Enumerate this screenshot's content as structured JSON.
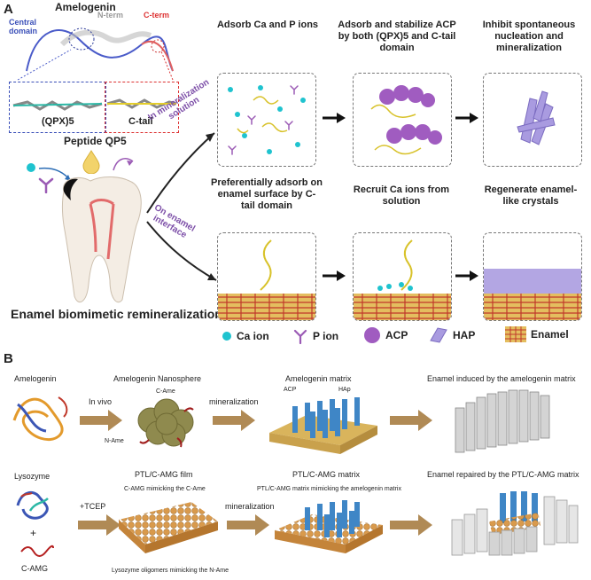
{
  "panel_a": {
    "letter": "A",
    "amelogenin_title": "Amelogenin",
    "central_domain": "Central domain",
    "n_term": "N-term",
    "c_term": "C-term",
    "qpx5": "(QPX)5",
    "c_tail": "C-tail",
    "peptide_label": "Peptide QP5",
    "route_top": "In mineralization solution",
    "route_bottom": "On enamel interface",
    "caption": "Enamel biomimetic remineralization",
    "top_steps": [
      "Adsorb Ca and P ions",
      "Adsorb and stabilize ACP by both (QPX)5 and C-tail domain",
      "Inhibit spontaneous nucleation and mineralization"
    ],
    "bottom_steps": [
      "Preferentially adsorb on enamel surface by C-tail domain",
      "Recruit Ca ions from solution",
      "Regenerate enamel-like crystals"
    ],
    "legend": [
      "Ca ion",
      "P ion",
      "ACP",
      "HAP",
      "Enamel"
    ],
    "colors": {
      "ca": "#1fc3cf",
      "p": "#9b5bb5",
      "acp": "#a05cc0",
      "hap": "#a99be0",
      "enamel_red": "#c0392b",
      "enamel_gold": "#d9a21b",
      "peptide": "#e8d43a"
    }
  },
  "panel_b": {
    "letter": "B",
    "row1": {
      "start": "Amelogenin",
      "arrow1": "In vivo",
      "stage2": "Amelogenin Nanosphere",
      "c_ame": "C-Ame",
      "n_ame": "N-Ame",
      "arrow2": "mineralization",
      "stage3": "Amelogenin matrix",
      "acp": "ACP",
      "hap": "HAp",
      "stage4": "Enamel induced by the amelogenin matrix"
    },
    "row2": {
      "start": "Lysozyme",
      "plus": "+",
      "camg": "C-AMG",
      "arrow1": "+TCEP",
      "stage2": "PTL/C-AMG film",
      "c_amg_note": "C-AMG mimicking the C-Ame",
      "lyso_note": "Lysozyme oligomers mimicking the N-Ame",
      "arrow2": "mineralization",
      "stage3": "PTL/C-AMG matrix",
      "matrix_note": "PTL/C-AMG matrix mimicking the amelogenin matrix",
      "stage4": "Enamel repaired by the PTL/C-AMG matrix"
    },
    "colors": {
      "arrow": "#b08a55",
      "sphere": "#8f8a4e",
      "rod_blue": "#3f86c6",
      "rod_gold": "#d9b45c",
      "rod_gray": "#d4d4d4",
      "ball": "#d99a4c"
    }
  }
}
